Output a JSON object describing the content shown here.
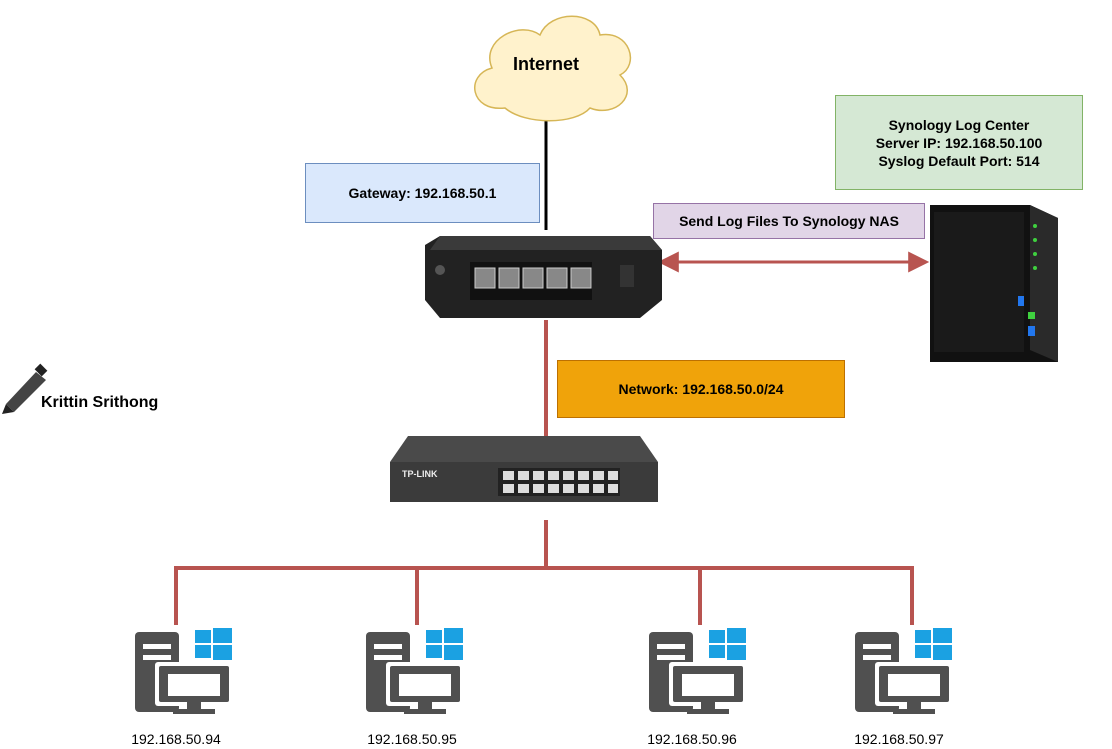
{
  "cloud": {
    "label": "Internet"
  },
  "gateway": {
    "label": "Gateway: 192.168.50.1"
  },
  "log_center": {
    "line1": "Synology Log Center",
    "line2": "Server IP: 192.168.50.100",
    "line3": "Syslog Default Port: 514"
  },
  "send_log": {
    "label": "Send Log Files To Synology NAS"
  },
  "network": {
    "label": "Network: 192.168.50.0/24"
  },
  "author": {
    "name": "Krittin Srithong"
  },
  "switch": {
    "brand": "TP-LINK"
  },
  "clients": [
    {
      "ip": "192.168.50.94"
    },
    {
      "ip": "192.168.50.95"
    },
    {
      "ip": "192.168.50.96"
    },
    {
      "ip": "192.168.50.97"
    }
  ],
  "colors": {
    "link": "#b85450",
    "uplink": "#000000",
    "windows_blue": "#1ba1e2",
    "pc_gray": "#505050"
  }
}
